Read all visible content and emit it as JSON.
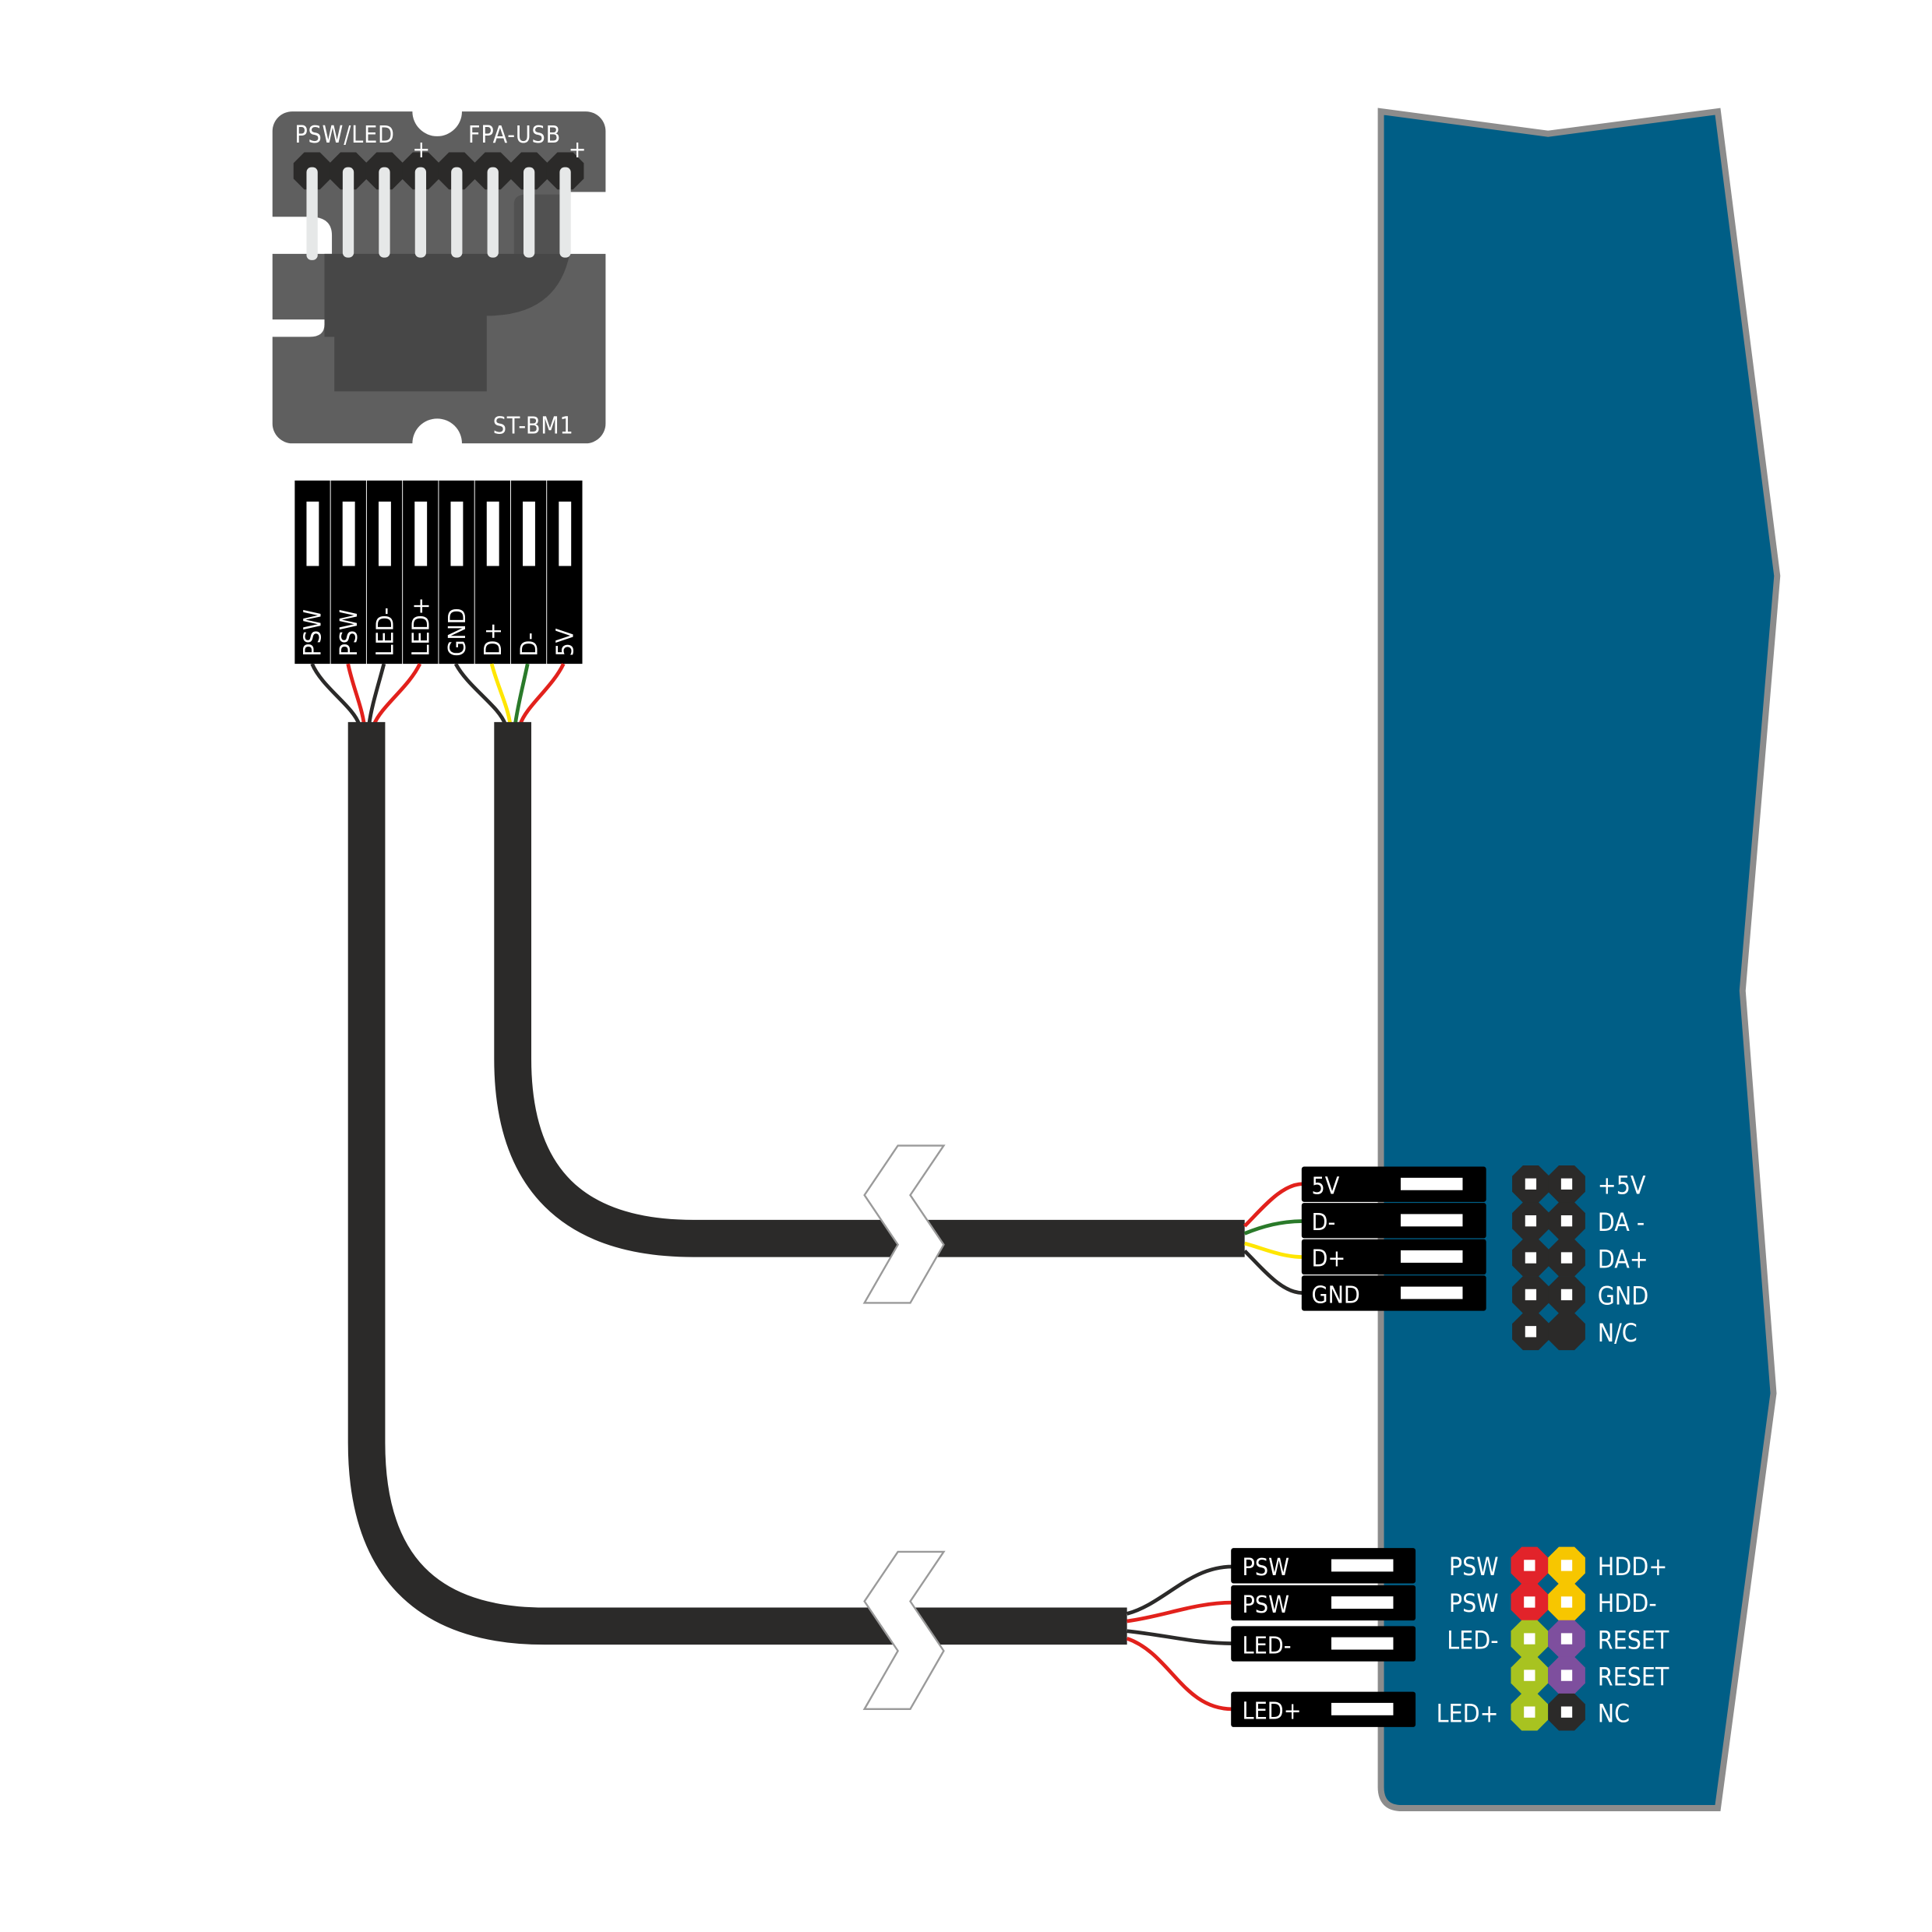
{
  "module": {
    "name": "ST-BM1",
    "header_left": "PSW/LED",
    "header_right": "FPA-USB",
    "plus": "+",
    "pins": [
      "PSW",
      "PSW",
      "LED-",
      "LED+",
      "GND",
      "D+",
      "D-",
      "5V"
    ]
  },
  "usb_connector": {
    "cells": [
      "5V",
      "D-",
      "D+",
      "GND"
    ]
  },
  "usb_header": {
    "labels": [
      "+5V",
      "DA -",
      "DA+",
      "GND",
      "N/C"
    ]
  },
  "panel_connector": {
    "cells": [
      "PSW",
      "PSW",
      "LED-",
      "LED+"
    ]
  },
  "panel_header": {
    "left_labels": [
      "PSW",
      "PSW",
      "LED-",
      "",
      "LED+"
    ],
    "right_labels": [
      "HDD+",
      "HDD-",
      "RESET",
      "RESET",
      "NC"
    ]
  },
  "colors": {
    "board": "#005e86",
    "board_edge": "#8c8c8c",
    "module": "#5f5f5f",
    "module_dark": "#474747",
    "cable": "#2b2a29",
    "wire_red": "#e2211c",
    "wire_black": "#2b2a29",
    "wire_yellow": "#ffe600",
    "wire_green": "#2a7a2a",
    "pin_red": "#e2232a",
    "pin_yellow": "#f7c600",
    "pin_lime": "#a8c320",
    "pin_purple": "#7e4f9e",
    "pin_black": "#2b2a29"
  }
}
